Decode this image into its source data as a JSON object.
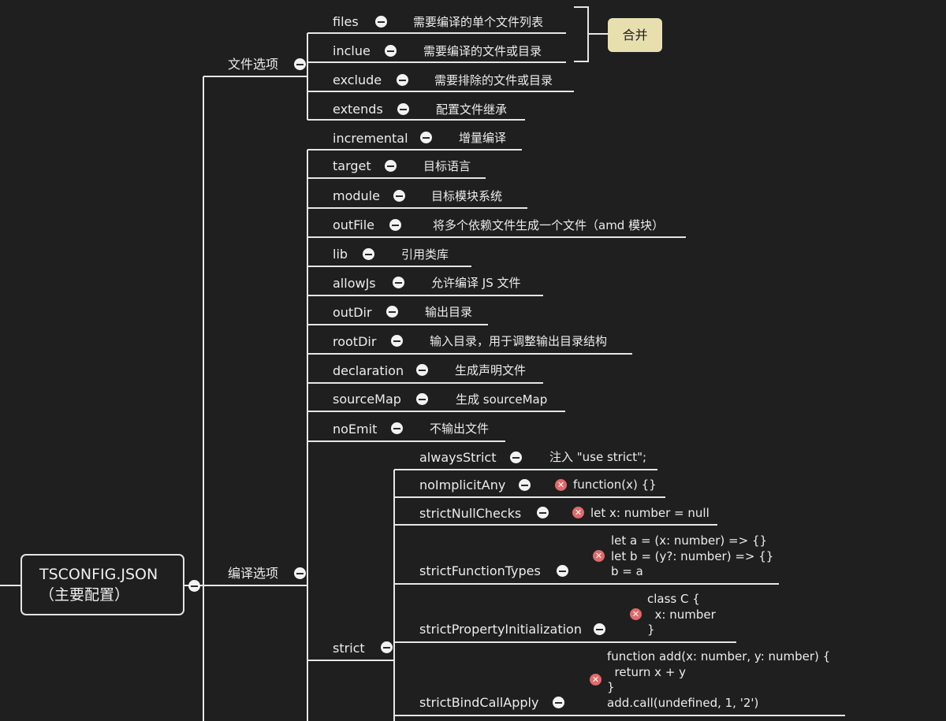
{
  "root": {
    "line1": "TSCONFIG.JSON",
    "line2": "（主要配置）"
  },
  "groups": {
    "file_options": "文件选项",
    "compile_options": "编译选项"
  },
  "file_items": [
    {
      "key": "files",
      "desc": "需要编译的单个文件列表"
    },
    {
      "key": "inclue",
      "desc": "需要编译的文件或目录"
    },
    {
      "key": "exclude",
      "desc": "需要排除的文件或目录"
    },
    {
      "key": "extends",
      "desc": "配置文件继承"
    }
  ],
  "merge_label": "合并",
  "compile_items": [
    {
      "key": "incremental",
      "desc": "增量编译"
    },
    {
      "key": "target",
      "desc": "目标语言"
    },
    {
      "key": "module",
      "desc": "目标模块系统"
    },
    {
      "key": "outFile",
      "desc": "将多个依赖文件生成一个文件（amd 模块）"
    },
    {
      "key": "lib",
      "desc": "引用类库"
    },
    {
      "key": "allowJs",
      "desc": "允许编译 JS 文件"
    },
    {
      "key": "outDir",
      "desc": "输出目录"
    },
    {
      "key": "rootDir",
      "desc": "输入目录，用于调整输出目录结构"
    },
    {
      "key": "declaration",
      "desc": "生成声明文件"
    },
    {
      "key": "sourceMap",
      "desc": "生成 sourceMap"
    },
    {
      "key": "noEmit",
      "desc": "不输出文件"
    },
    {
      "key": "strict",
      "desc": ""
    }
  ],
  "strict_items": [
    {
      "key": "alwaysStrict",
      "code": "注入 \"use strict\";",
      "error": false
    },
    {
      "key": "noImplicitAny",
      "code": "function(x) {}",
      "error": true
    },
    {
      "key": "strictNullChecks",
      "code": "let x: number = null",
      "error": true
    },
    {
      "key": "strictFunctionTypes",
      "code": "let a = (x: number) => {}\nlet b = (y?: number) => {}\nb = a",
      "error": true
    },
    {
      "key": "strictPropertyInitialization",
      "code": "class C {\n  x: number\n}",
      "error": true
    },
    {
      "key": "strictBindCallApply",
      "code": "function add(x: number, y: number) {\n  return x + y\n}\nadd.call(undefined, 1, '2')",
      "error": true
    }
  ],
  "icons": {
    "collapse": "minus-circle-icon",
    "error": "error-x-icon"
  },
  "colors": {
    "background": "#1f1f1f",
    "line": "#e6e6e6",
    "merge_box": "#e8dfaf",
    "error": "#e06a6a"
  }
}
